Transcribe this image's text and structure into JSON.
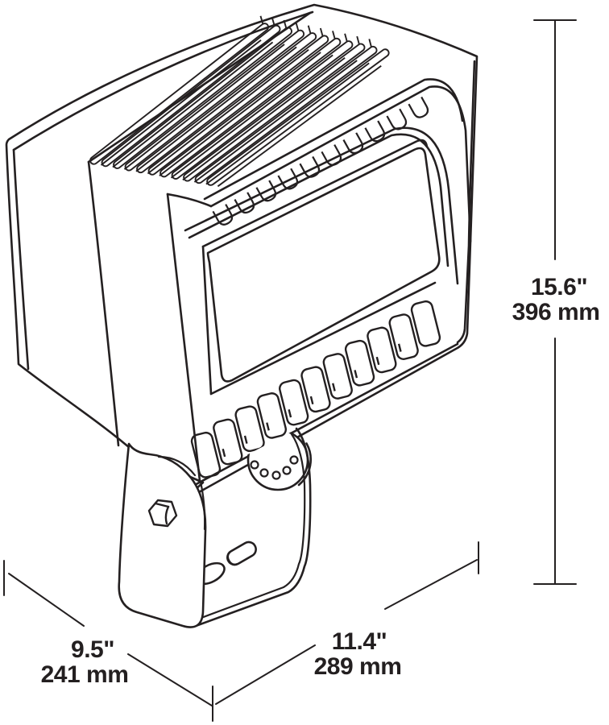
{
  "page": {
    "background": "#ffffff",
    "line_color": "#242021",
    "description": "Dimensional line drawing of an LED flood light fixture with trunnion yoke mount"
  },
  "drawing": {
    "style": "isometric technical line art",
    "parts": [
      "heat-sink-fin-slots",
      "scalloped-vent-tabs",
      "lens-window",
      "front-vent-slots",
      "aiming-knuckle-with-holes",
      "trunnion-yoke-bracket",
      "hex-bolt",
      "base-mounting-slot",
      "base-mounting-hole"
    ]
  },
  "dimensions": {
    "height": {
      "inches": "15.6\"",
      "mm": "396 mm",
      "orientation": "vertical-right"
    },
    "depth": {
      "inches": "9.5\"",
      "mm": "241 mm",
      "orientation": "diagonal-lower-left"
    },
    "width": {
      "inches": "11.4\"",
      "mm": "289 mm",
      "orientation": "diagonal-lower-right"
    }
  }
}
